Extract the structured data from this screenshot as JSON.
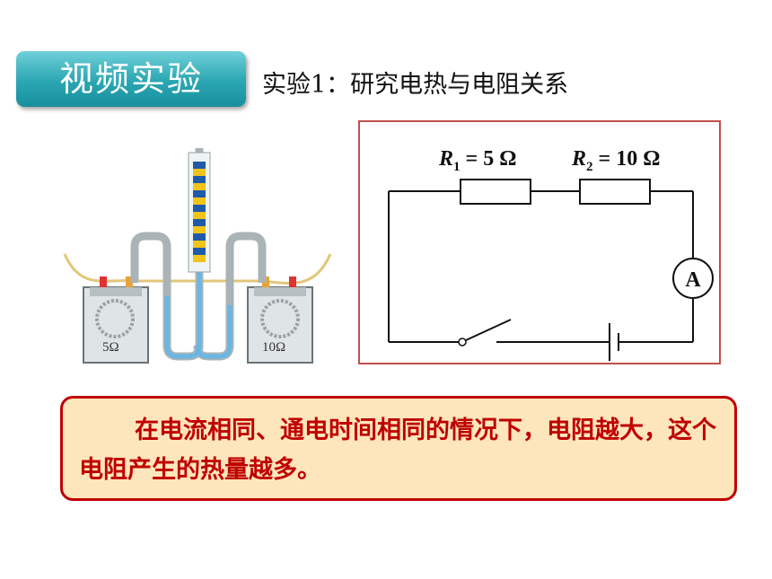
{
  "header": {
    "badge": "视频实验",
    "subtitle": "实验1：研究电热与电阻关系"
  },
  "apparatus": {
    "left_label": "5Ω",
    "right_label": "10Ω"
  },
  "circuit": {
    "r1_symbol": "R",
    "r1_sub": "1",
    "r1_value": " = 5 Ω",
    "r2_symbol": "R",
    "r2_sub": "2",
    "r2_value": " = 10 Ω",
    "ammeter": "A"
  },
  "conclusion": {
    "text": "在电流相同、通电时间相同的情况下，电阻越大，这个电阻产生的热量越多。"
  },
  "colors": {
    "badge": "#2aa6b2",
    "frame": "#c0504d",
    "box_fill": "#fde6bc",
    "conclusion_text": "#c00000"
  }
}
